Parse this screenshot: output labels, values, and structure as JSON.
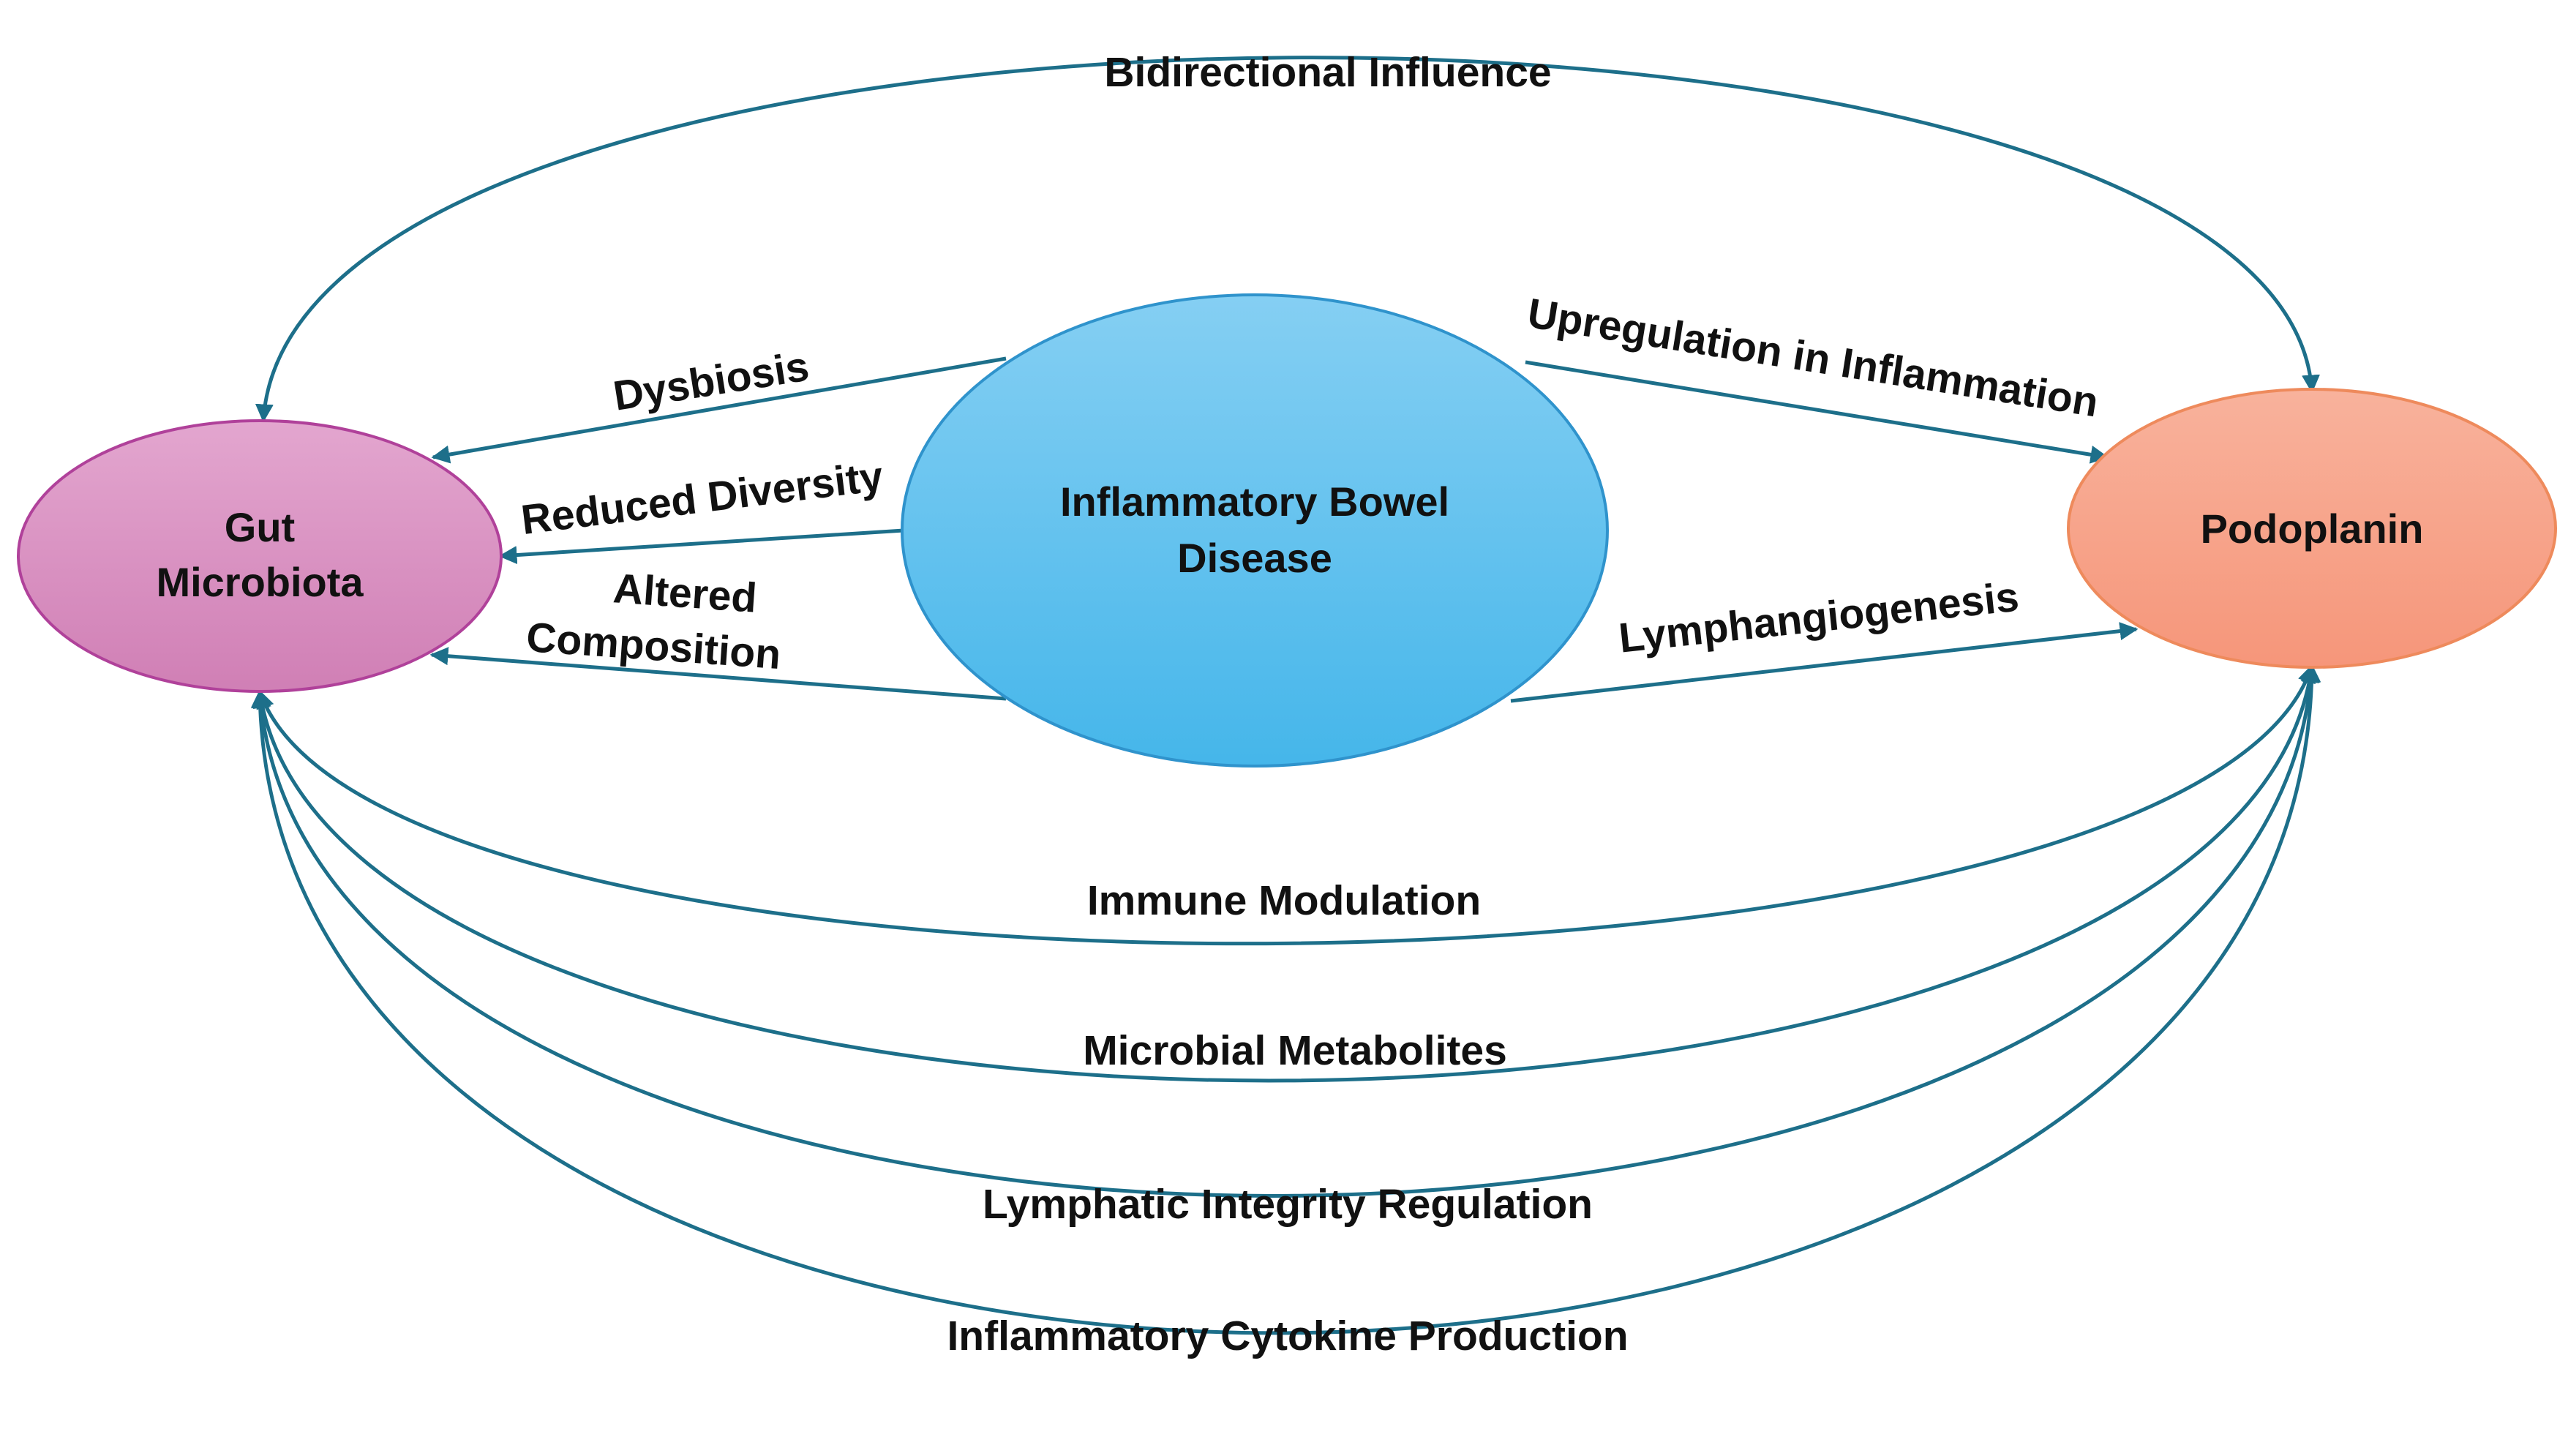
{
  "nodes": {
    "gut_microbiota": {
      "line1": "Gut",
      "line2": "Microbiota",
      "fill": "#d98bbf",
      "stroke": "#b0419a"
    },
    "ibd": {
      "line1": "Inflammatory Bowel",
      "line2": "Disease",
      "fill": "#5ec0ee",
      "stroke": "#2f93cc"
    },
    "podoplanin": {
      "line1": "Podoplanin",
      "fill": "#f8a38a",
      "stroke": "#ee8a5c"
    }
  },
  "edges": {
    "bidirectional_influence": "Bidirectional Influence",
    "dysbiosis": "Dysbiosis",
    "reduced_diversity": "Reduced Diversity",
    "altered_composition": {
      "line1": "Altered",
      "line2": "Composition"
    },
    "upregulation": "Upregulation in Inflammation",
    "lymphangiogenesis": "Lymphangiogenesis",
    "immune_modulation": "Immune Modulation",
    "microbial_metabolites": "Microbial Metabolites",
    "lymphatic_integrity": "Lymphatic Integrity Regulation",
    "cytokine_production": "Inflammatory Cytokine Production"
  },
  "colors": {
    "arrow": "#1d6f8a"
  }
}
